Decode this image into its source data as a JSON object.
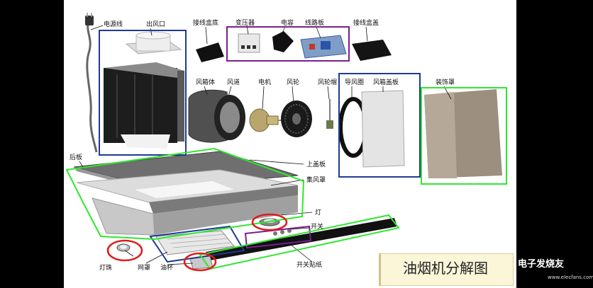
{
  "labels": {
    "power_cord": "电源线",
    "air_outlet": "出风口",
    "wiring_base": "接线盒底",
    "transformer": "变压器",
    "capacitor": "电容",
    "circuit_board": "线路板",
    "wiring_cover": "接线盒盖",
    "fan_box": "风箱体",
    "air_duct": "风道",
    "motor": "电机",
    "impeller": "风轮",
    "impeller_nut": "风轮帽",
    "guide_ring": "导风圈",
    "fan_cover": "风箱盖板",
    "decor_cover": "装饰罩",
    "back_plate": "后板",
    "top_cover": "上盖板",
    "hood": "集风罩",
    "lamp": "灯",
    "switch": "开关",
    "bulb": "灯珠",
    "filter": "网罩",
    "oil_cup": "油杯",
    "switch_sticker": "开关贴纸"
  },
  "title": "油烟机分解图",
  "watermark": {
    "name": "电子发烧友",
    "url": "www.elecfans.com"
  },
  "colors": {
    "blue_box": "#1f3a93",
    "green_box": "#2ee82e",
    "purple_box": "#7a1f8f",
    "red_circle": "#e01b1b"
  }
}
